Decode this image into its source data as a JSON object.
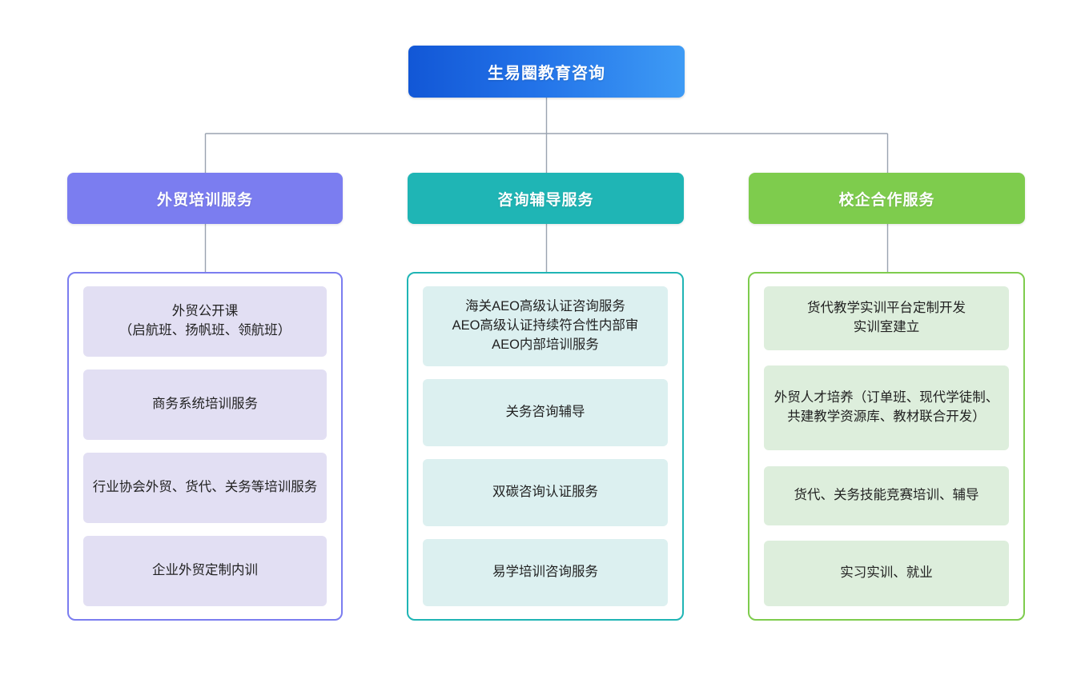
{
  "diagram": {
    "type": "organization-chart",
    "background_color": "#ffffff",
    "root": {
      "label": "生易圈教育咨询",
      "color_start": "#1257d6",
      "color_end": "#3e9bf5",
      "text_color": "#ffffff"
    },
    "connector_color": "#9aa3b0",
    "branches": [
      {
        "header_label": "外贸培训服务",
        "header_color": "#7b7df0",
        "border_color": "#7b7df0",
        "item_fill": "#e2dff3",
        "items": [
          {
            "label": "外贸公开课\n（启航班、扬帆班、领航班）"
          },
          {
            "label": "商务系统培训服务"
          },
          {
            "label": "行业协会外贸、货代、关务等培训服务"
          },
          {
            "label": "企业外贸定制内训"
          }
        ]
      },
      {
        "header_label": "咨询辅导服务",
        "header_color": "#1fb5b5",
        "border_color": "#1fb5b5",
        "item_fill": "#dcf0f0",
        "items": [
          {
            "label": "海关AEO高级认证咨询服务\nAEO高级认证持续符合性内部审\nAEO内部培训服务"
          },
          {
            "label": "关务咨询辅导"
          },
          {
            "label": "双碳咨询认证服务"
          },
          {
            "label": "易学培训咨询服务"
          }
        ]
      },
      {
        "header_label": "校企合作服务",
        "header_color": "#7ecc4d",
        "border_color": "#7ecc4d",
        "item_fill": "#ddeedc",
        "items": [
          {
            "label": "货代教学实训平台定制开发\n实训室建立"
          },
          {
            "label": "外贸人才培养（订单班、现代学徒制、共建教学资源库、教材联合开发）"
          },
          {
            "label": "货代、关务技能竞赛培训、辅导"
          },
          {
            "label": "实习实训、就业"
          }
        ]
      }
    ]
  }
}
